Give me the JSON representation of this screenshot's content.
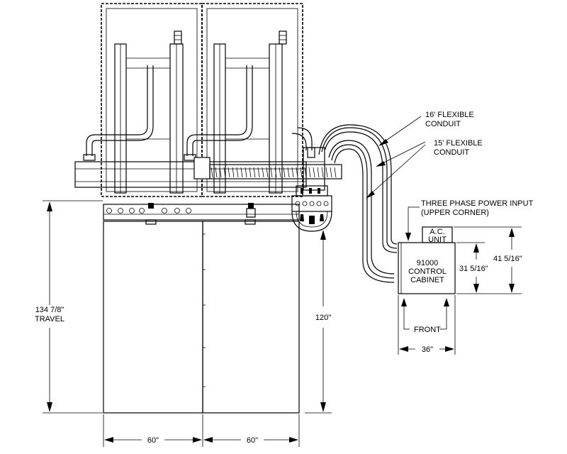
{
  "labels": {
    "conduit_16": [
      "16' FLEXIBLE",
      "CONDUIT"
    ],
    "conduit_15": [
      "15' FLEXIBLE",
      "CONDUIT"
    ],
    "power_input": [
      "THREE PHASE POWER INPUT",
      "(UPPER CORNER)"
    ],
    "ac_unit": [
      "A.C.",
      "UNIT"
    ],
    "cabinet": [
      "91000",
      "CONTROL",
      "CABINET"
    ],
    "front": "FRONT"
  },
  "dimensions": {
    "travel": [
      "134 7/8\"",
      "TRAVEL"
    ],
    "height_120": "120\"",
    "width_left": "60\"",
    "width_right": "60\"",
    "cabinet_width": "36\"",
    "cabinet_height_total": "41 5/16\"",
    "cabinet_height_body": "31 5/16\""
  }
}
